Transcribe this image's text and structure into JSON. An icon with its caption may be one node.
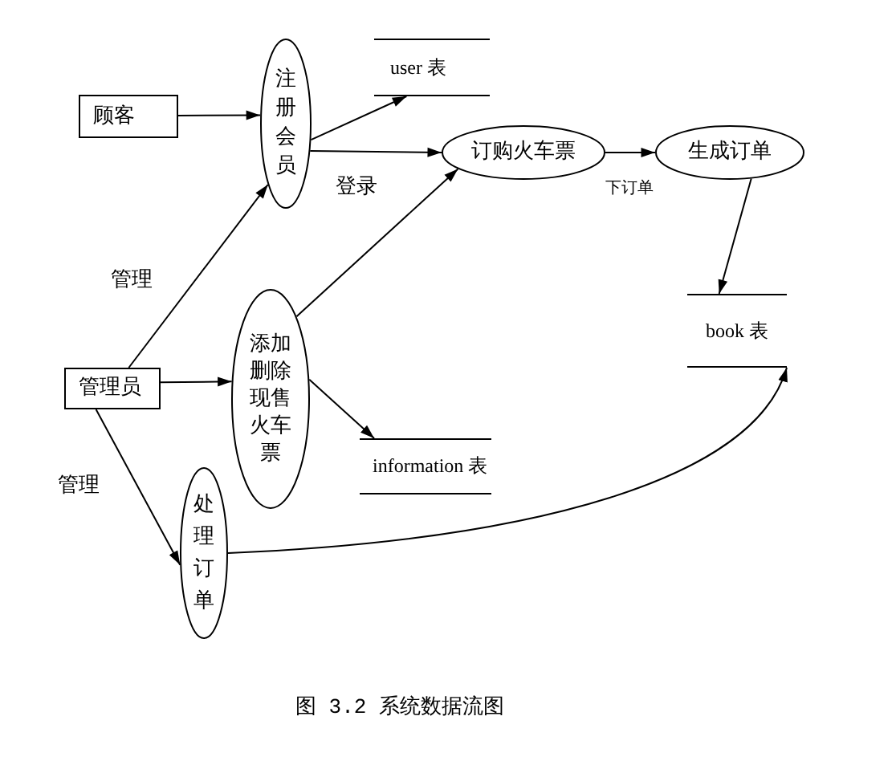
{
  "diagram": {
    "caption": "图 3.2 系统数据流图",
    "nodes": [
      {
        "text": [
          "顾客"
        ]
      },
      {
        "text": [
          "注册会员"
        ]
      },
      {
        "text": [
          "user 表"
        ]
      },
      {
        "text": [
          "订购火车票"
        ]
      },
      {
        "text": [
          "生成订单"
        ]
      },
      {
        "text": [
          "管理员"
        ]
      },
      {
        "text": [
          "添加删除现售火车票"
        ]
      },
      {
        "text": [
          "information 表"
        ]
      },
      {
        "text": [
          "处理订单"
        ]
      },
      {
        "text": [
          "book 表"
        ]
      }
    ],
    "edges": [
      {
        "from": 0,
        "to": 1,
        "arrow": "to"
      },
      {
        "from": 1,
        "to": 2,
        "arrow": "to"
      },
      {
        "from": 1,
        "to": 3,
        "arrow": "to",
        "label": "登录"
      },
      {
        "from": 3,
        "to": 4,
        "arrow": "to",
        "label": "下订单"
      },
      {
        "from": 4,
        "to": 9,
        "arrow": "to"
      },
      {
        "from": 5,
        "to": 1,
        "arrow": "to",
        "label": "管理"
      },
      {
        "from": 6,
        "to": 3,
        "arrow": "to"
      },
      {
        "from": 5,
        "to": 6,
        "arrow": "to"
      },
      {
        "from": 6,
        "to": 7,
        "arrow": "to"
      },
      {
        "from": 5,
        "to": 8,
        "arrow": "to",
        "label": "管理"
      },
      {
        "from": 8,
        "to": 9,
        "arrow": "to"
      }
    ]
  }
}
